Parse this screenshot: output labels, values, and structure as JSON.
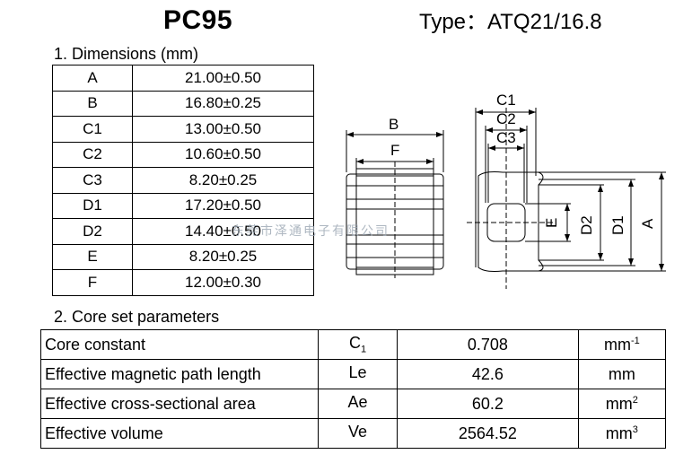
{
  "header": {
    "material": "PC95",
    "type_label": "Type：ATQ21/16.8"
  },
  "dimensions": {
    "title": "1. Dimensions (mm)",
    "rows": [
      {
        "label": "A",
        "value": "21.00±0.50"
      },
      {
        "label": "B",
        "value": "16.80±0.25"
      },
      {
        "label": "C1",
        "value": "13.00±0.50"
      },
      {
        "label": "C2",
        "value": "10.60±0.50"
      },
      {
        "label": "C3",
        "value": "8.20±0.25"
      },
      {
        "label": "D1",
        "value": "17.20±0.50"
      },
      {
        "label": "D2",
        "value": "14.40±0.50"
      },
      {
        "label": "E",
        "value": "8.20±0.25"
      },
      {
        "label": "F",
        "value": "12.00±0.30"
      }
    ]
  },
  "parameters": {
    "title": "2. Core set parameters",
    "rows": [
      {
        "name": "Core constant",
        "symbol_main": "C",
        "symbol_sub": "1",
        "value": "0.708",
        "unit_main": "mm",
        "unit_sup": "-1"
      },
      {
        "name": "Effective magnetic path length",
        "symbol_main": "Le",
        "symbol_sub": "",
        "value": "42.6",
        "unit_main": "mm",
        "unit_sup": ""
      },
      {
        "name": "Effective cross-sectional area",
        "symbol_main": "Ae",
        "symbol_sub": "",
        "value": "60.2",
        "unit_main": "mm",
        "unit_sup": "2"
      },
      {
        "name": "Effective volume",
        "symbol_main": "Ve",
        "symbol_sub": "",
        "value": "2564.52",
        "unit_main": "mm",
        "unit_sup": "3"
      }
    ]
  },
  "drawing": {
    "labels": {
      "B": "B",
      "F": "F",
      "C1": "C1",
      "C2": "C2",
      "C3": "C3",
      "E": "E",
      "D2": "D2",
      "D1": "D1",
      "A": "A"
    }
  },
  "watermark": "东莞市泽通电子有限公司"
}
